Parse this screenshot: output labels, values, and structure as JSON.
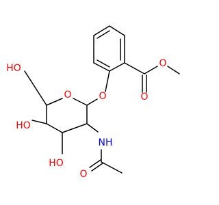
{
  "colors": {
    "background": "#ffffff",
    "bond": "#000000",
    "oxygen": "#ff0000",
    "nitrogen": "#0000ff"
  },
  "labels": {
    "ring_oxygen": "O",
    "glycosidic_oxygen": "O",
    "ester_carbonyl_oxygen": "O",
    "ester_methoxy_oxygen": "O",
    "hydroxymethyl_oh": "HO",
    "oh_c4": "HO",
    "oh_c3": "HO",
    "amide_nh": "NH",
    "amide_carbonyl_oxygen": "O"
  }
}
